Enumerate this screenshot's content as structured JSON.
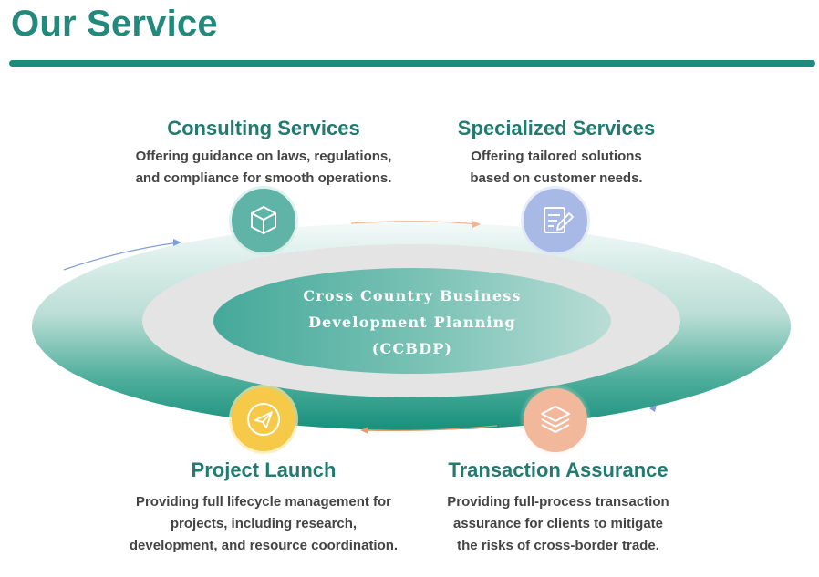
{
  "header": {
    "title": "Our Service"
  },
  "center": {
    "line1": "Cross Country Business",
    "line2": "Development Planning",
    "line3": "(CCBDP)"
  },
  "services": [
    {
      "title": "Consulting Services",
      "lines": [
        "Offering guidance on laws, regulations,",
        "and compliance for smooth operations."
      ],
      "icon": "cube-icon",
      "color": "#5fb3a7"
    },
    {
      "title": "Specialized Services",
      "lines": [
        "Offering tailored solutions",
        "based on customer needs."
      ],
      "icon": "document-edit-icon",
      "color": "#a9b9e6"
    },
    {
      "title": "Project Launch",
      "lines": [
        "Providing full lifecycle management for",
        "projects, including research,",
        "development, and resource coordination."
      ],
      "icon": "paper-plane-icon",
      "color": "#f7c948"
    },
    {
      "title": "Transaction Assurance",
      "lines": [
        "Providing full-process transaction",
        "assurance for clients to mitigate",
        "the risks of cross-border trade."
      ],
      "icon": "layers-icon",
      "color": "#f2b89c"
    }
  ]
}
